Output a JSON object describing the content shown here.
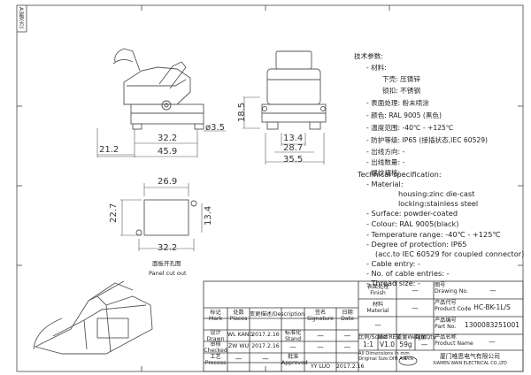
{
  "corner_label": "A3版(方)",
  "dims": {
    "top_left_a": "21.2",
    "top_left_b": "32.2",
    "top_left_c": "45.9",
    "top_left_hole": "3.5",
    "side_h": "18.5",
    "side_a": "13.4",
    "side_b": "28.7",
    "side_c": "35.5",
    "cut_w": "26.9",
    "cut_h": "22.7",
    "cut_hole": "13.4",
    "cut_bottom": "32.2"
  },
  "cutout_caption_cn": "面板开孔图",
  "cutout_caption_en": "Panel cut out",
  "spec_cn": {
    "title": "技术参数:",
    "material": "- 材料:",
    "lower_shell": "下壳: 压铸锌",
    "lock": "锁扣: 不锈钢",
    "surface": "- 表面处理: 粉末喷涂",
    "colour": "- 颜色: RAL 9005 (黑色)",
    "temp": "- 温度范围: -40℃ - +125℃",
    "protection": "- 防护等级: IP65 (接插状态,IEC 60529)",
    "cable_dir": "- 出线方向: -",
    "cable_count": "- 出线数量: -",
    "thread": "- 螺纹规格: -"
  },
  "spec_en": {
    "title": "Technical specification:",
    "material": "- Material:",
    "housing": "housing:zinc die-cast",
    "locking": "locking:stainless steel",
    "surface": "- Surface: powder-coated",
    "colour": "- Colour: RAL 9005(black)",
    "temp": "- Temperature range: -40℃ - +125℃",
    "protection": "- Degree of protection: IP65",
    "protection_note": "(acc.to IEC 60529 for coupled connector)",
    "cable_entry": "- Cable entry: -",
    "cable_count": "- No. of cable entries: -",
    "thread": "- Thread size: -"
  },
  "title_block": {
    "finish_label": "表面处理",
    "finish_label_en": "Finish",
    "finish_value": "—",
    "drawing_no_label": "图号",
    "drawing_no_label_en": "Drawing No.",
    "drawing_no_value": "—",
    "material_label": "材料",
    "material_label_en": "Material",
    "material_value": "—",
    "product_code_label": "产品代号",
    "product_code_label_en": "Product Code",
    "product_code_value": "HC-BK-1L/S",
    "part_no_label": "产品编号",
    "part_no_label_en": "Part No.",
    "part_no_value": "1300083251001",
    "scale_label": "比例",
    "scale_label_en": "Scale",
    "scale_value": "1:1",
    "version_label": "版本",
    "version_label_en": "REV.",
    "version_value": "V1.0",
    "weight_label": "重量",
    "weight_label_en": "Weight",
    "weight_value": "59g",
    "qty_label": "数量",
    "qty_label_en": "Qty.",
    "qty_value": "—",
    "product_name_label": "产品名称",
    "product_name_label_en": "Product Name",
    "product_name_value": "—",
    "tolerance_note_1": "All Dimensions in mm",
    "tolerance_note_2": "Original Size DIN A 4",
    "mark_label": "标记",
    "mark_label_en": "Mark",
    "places_label": "处数",
    "places_label_en": "Places",
    "desc_label": "变更描述/Description",
    "signature_label": "签名",
    "signature_label_en": "Signature",
    "date_label": "日期",
    "date_label_en": "Date",
    "drawn_label": "设计",
    "drawn_label_en": "Drawn",
    "drawn_name": "WL KANG",
    "drawn_date": "2017.2.16",
    "stand_label": "标准化",
    "stand_label_en": "Stand",
    "checked_label": "审核",
    "checked_label_en": "Checked",
    "checked_name": "ZW WU",
    "checked_date": "2017.2.16",
    "process_label": "工艺",
    "process_label_en": "Process",
    "approved_label": "批准",
    "approved_label_en": "Approved",
    "approved_name": "YY LUO",
    "approved_date": "2017.2.16",
    "empty_cell": "—",
    "company_cn": "厦门唯恩电气有限公司",
    "company_en": "XIAMEN WAIN ELECTRICAL CO.,LTD",
    "logo_text": "WAIN"
  },
  "colors": {
    "line": "#333333",
    "drawing": "#555555"
  }
}
